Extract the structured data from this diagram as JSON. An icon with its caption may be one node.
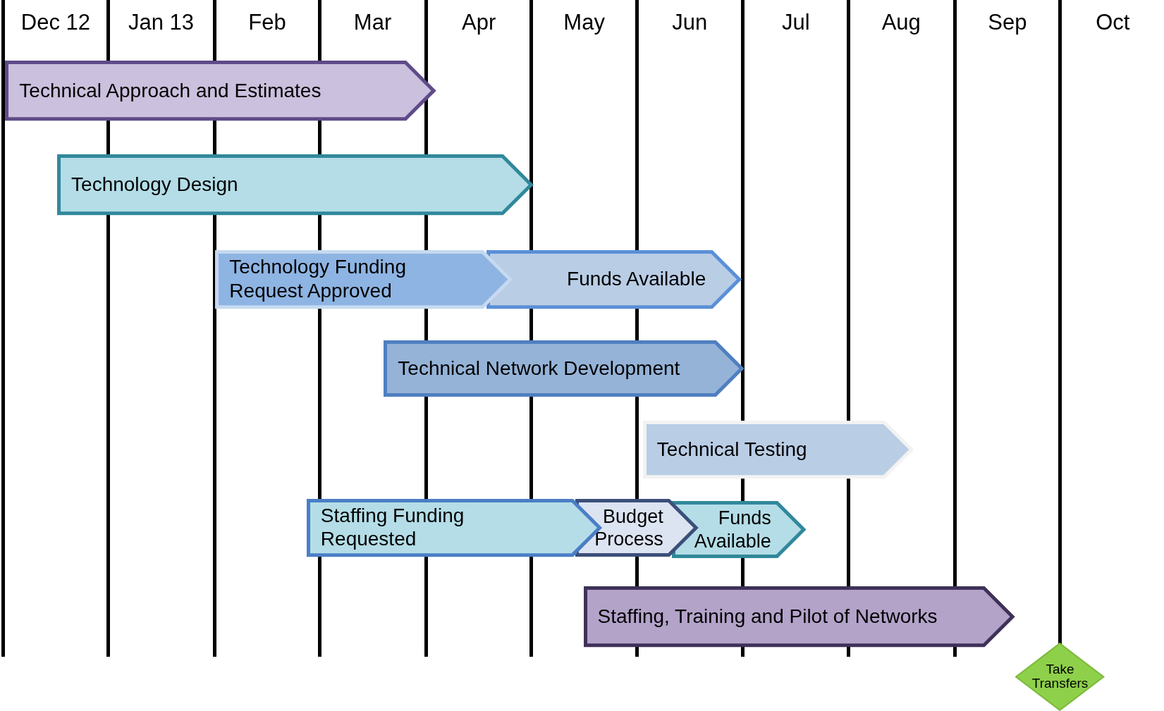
{
  "diagram": {
    "nodes": [
      {
        "text": [
          "Technical Approach and Estimates"
        ]
      },
      {
        "text": [
          "Technology Design"
        ]
      },
      {
        "text": [
          "Technology Funding Request Approved"
        ]
      },
      {
        "text": [
          "Funds Available"
        ]
      },
      {
        "text": [
          "Technical Network Development"
        ]
      },
      {
        "text": [
          "Technical Testing"
        ]
      },
      {
        "text": [
          "Staffing Funding Requested"
        ]
      },
      {
        "text": [
          "Budget Process"
        ]
      },
      {
        "text": [
          "Funds Available"
        ]
      },
      {
        "text": [
          "Staffing, Training and Pilot of Networks"
        ]
      },
      {
        "text": [
          "Take Transfers"
        ]
      }
    ],
    "labels": [
      "Dec 12",
      "Jan 13",
      "Feb",
      "Mar",
      "Apr",
      "May",
      "Jun",
      "Jul",
      "Aug",
      "Sep",
      "Oct"
    ]
  }
}
